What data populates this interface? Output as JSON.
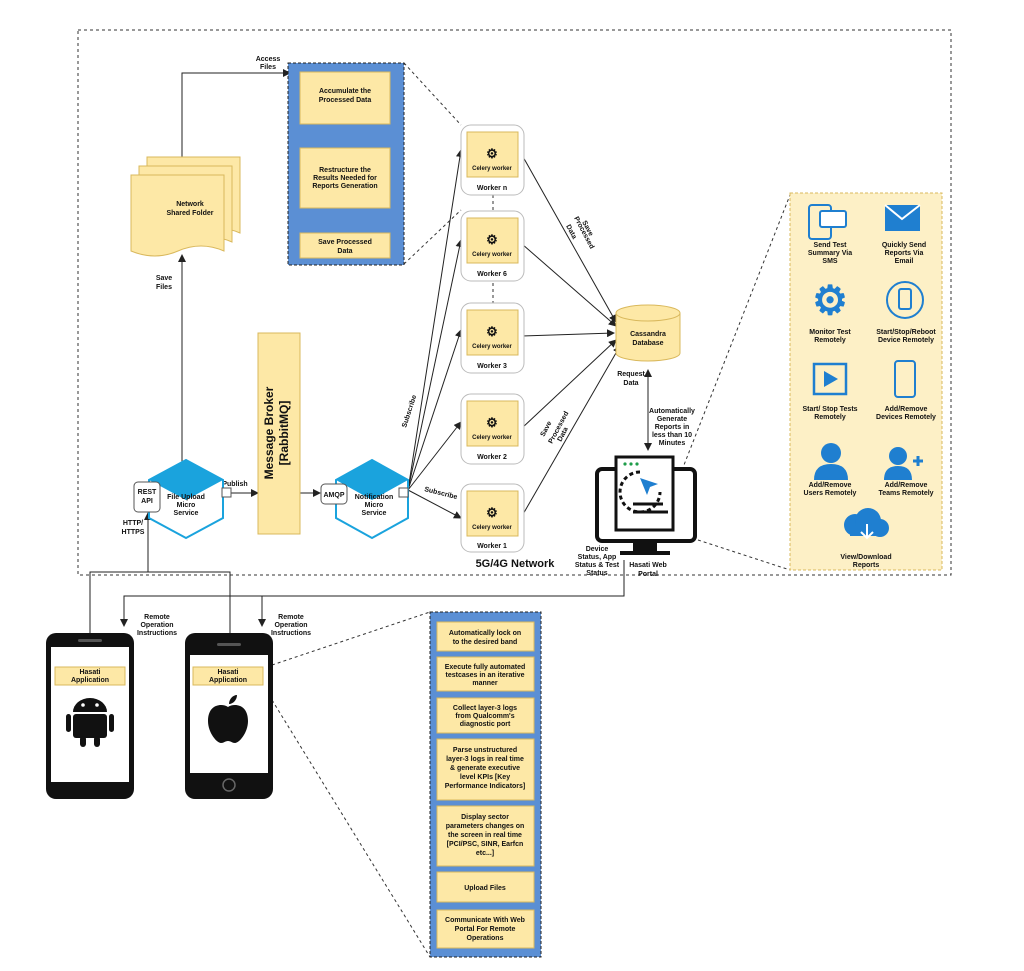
{
  "diagram": {
    "access_files": [
      "Access",
      "Files"
    ],
    "save_files": [
      "Save",
      "Files"
    ],
    "shared_folder": [
      "Network",
      "Shared Folder"
    ],
    "pipeline": [
      [
        "Accumulate the",
        "Processed Data"
      ],
      [
        "Restructure the",
        "Results Needed for",
        "Reports Generation"
      ],
      [
        "Save Processed",
        "Data"
      ]
    ],
    "celery_label": "Celery worker",
    "workers": [
      "Worker n",
      "Worker 6",
      "Worker 3",
      "Worker 2",
      "Worker 1"
    ],
    "cassandra": [
      "Cassandra",
      "Database"
    ],
    "message_broker": [
      "Message Broker",
      "[RabbitMQ]"
    ],
    "rest_api": [
      "REST",
      "API"
    ],
    "file_upload_service": [
      "File Upload",
      "Micro",
      "Service"
    ],
    "publish": "Publish",
    "amqp": "AMQP",
    "notification_service": [
      "Notification",
      "Micro",
      "Service"
    ],
    "subscribe": "Subscribe",
    "save_processed_data": [
      "Save",
      "Processed",
      "Data"
    ],
    "network_label": "5G/4G Network",
    "request_data": [
      "Request",
      "Data"
    ],
    "auto_reports": [
      "Automatically",
      "Generate",
      "Reports in",
      "less than 10",
      "Minutes"
    ],
    "device_status": [
      "Device",
      "Status, App",
      "Status & Test",
      "Status"
    ],
    "web_portal": [
      "Hasati Web",
      "Portal"
    ],
    "http": [
      "HTTP/",
      "HTTPS"
    ],
    "remote_instructions": [
      "Remote",
      "Operation",
      "Instructions"
    ],
    "app_label": [
      "Hasati",
      "Application"
    ]
  },
  "features": [
    {
      "icon": "sms-phone-icon",
      "label": [
        "Send Test",
        "Summary Via",
        "SMS"
      ]
    },
    {
      "icon": "email-icon",
      "label": [
        "Quickly Send",
        "Reports Via",
        "Email"
      ]
    },
    {
      "icon": "gear-icon",
      "label": [
        "Monitor Test",
        "Remotely"
      ]
    },
    {
      "icon": "device-control-icon",
      "label": [
        "Start/Stop/Reboot",
        "Device Remotely"
      ]
    },
    {
      "icon": "play-icon",
      "label": [
        "Start/ Stop Tests",
        "Remotely"
      ]
    },
    {
      "icon": "mobile-device-icon",
      "label": [
        "Add/Remove",
        "Devices Remotely"
      ]
    },
    {
      "icon": "user-icon",
      "label": [
        "Add/Remove",
        "Users Remotely"
      ]
    },
    {
      "icon": "add-user-icon",
      "label": [
        "Add/Remove",
        "Teams Remotely"
      ]
    },
    {
      "icon": "cloud-download-icon",
      "label": [
        "View/Download",
        "Reports"
      ]
    }
  ],
  "app_features": [
    [
      "Automatically lock on",
      "to the desired band"
    ],
    [
      "Execute fully automated",
      "testcases in an iterative",
      "manner"
    ],
    [
      "Collect layer-3 logs",
      "from Qualcomm's",
      "diagnostic port"
    ],
    [
      "Parse unstructured",
      "layer-3 logs in real time",
      "& generate executive",
      "level KPIs [Key",
      "Performance Indicators]"
    ],
    [
      "Display sector",
      "parameters changes on",
      "the screen in real time",
      "[PCI/PSC, SINR, Earfcn",
      "etc...]"
    ],
    [
      "Upload Files"
    ],
    [
      "Communicate With Web",
      "Portal For Remote",
      "Operations"
    ]
  ],
  "colors": {
    "box_fill": "#fde8a6",
    "panel_blue": "#5b8fd4",
    "hex_blue": "#1aa3dd",
    "icon_blue": "#1f7fd0"
  }
}
